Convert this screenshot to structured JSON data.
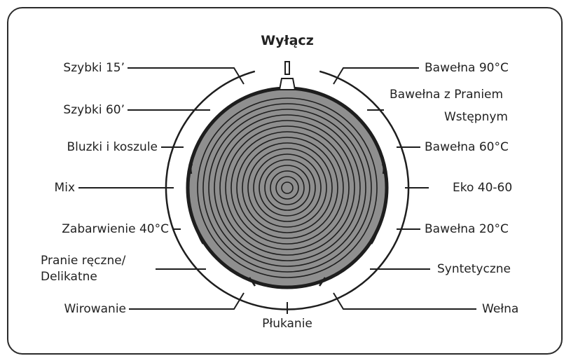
{
  "diagram": {
    "off_label": "Wyłącz",
    "programs_left": [
      "Szybki 15’",
      "Szybki 60’",
      "Bluzki i koszule",
      "Mix",
      "Zabarwienie 40°C",
      "Pranie ręczne/",
      "Delikatne",
      "Wirowanie"
    ],
    "programs_right": [
      "Bawełna 90°C",
      "Bawełna z Praniem",
      "Wstępnym",
      "Bawełna 60°C",
      "Eko 40-60",
      "Bawełna 20°C",
      "Syntetyczne",
      "Wełna"
    ],
    "bottom_label": "Płukanie"
  },
  "colors": {
    "knob_fill": "#8f8f8f",
    "stroke": "#1e1e1e"
  }
}
